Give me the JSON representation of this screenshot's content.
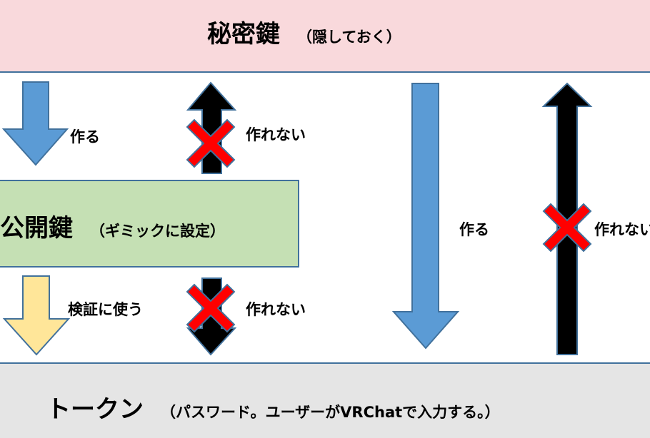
{
  "private_key": {
    "title": "秘密鍵",
    "note": "（隠しておく）"
  },
  "public_key": {
    "title": "公開鍵",
    "note": "（ギミックに設定）"
  },
  "token": {
    "title": "トークン",
    "note": "（パスワード。ユーザーがVRChatで入力する。）"
  },
  "labels": {
    "make": "作る",
    "cannot_make": "作れない",
    "verify": "検証に使う"
  },
  "colors": {
    "private_bg": "#f9d9dc",
    "public_bg": "#c5e0b4",
    "token_bg": "#e5e5e5",
    "blue_arrow": "#5b9bd5",
    "yellow_arrow": "#ffe699",
    "border": "#41719c",
    "cross": "#ff0000"
  }
}
